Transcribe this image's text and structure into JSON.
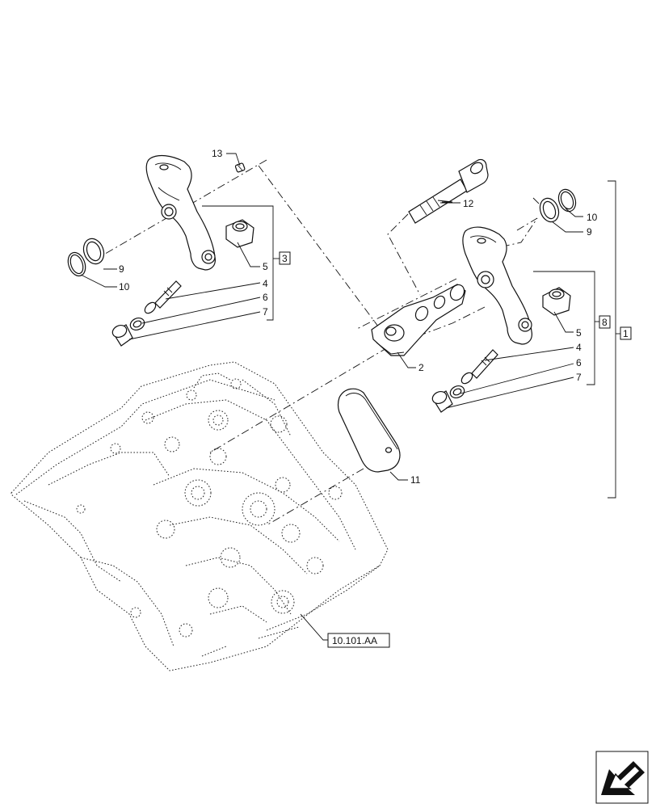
{
  "callouts": {
    "c13": "13",
    "c12": "12",
    "c10_left": "10",
    "c9_left": "9",
    "c10_right": "10",
    "c9_right": "9",
    "c5_left": "5",
    "c4_left": "4",
    "c6_left": "6",
    "c7_left": "7",
    "c5_right": "5",
    "c4_right": "4",
    "c6_right": "6",
    "c7_right": "7",
    "c2": "2",
    "c11": "11"
  },
  "boxed_refs": {
    "group_left": "3",
    "group_right": "8",
    "assembly": "1"
  },
  "reference_label": "10.101.AA",
  "nav_icon": "arrow-nav-icon"
}
